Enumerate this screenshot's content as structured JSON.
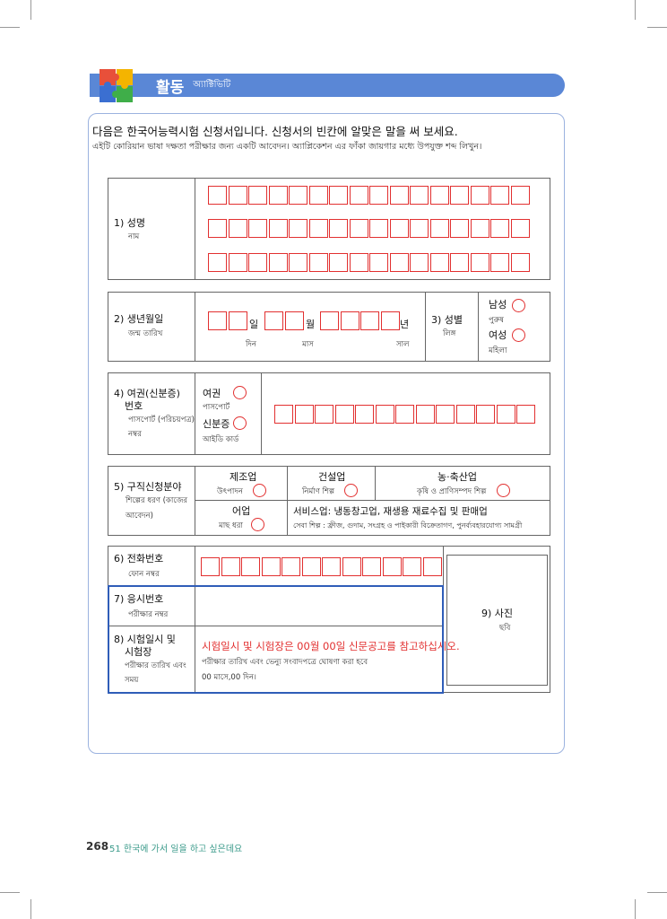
{
  "header": {
    "title": "활동",
    "subtitle": "অ্যাক্টিভিটি"
  },
  "instruction": {
    "korean": "다음은 한국어능력시험 신청서입니다. 신청서의 빈칸에 알맞은 말을 써 보세요.",
    "bengali": "এইটি কোরিয়ান ভাষা দক্ষতা পরীক্ষার জন্য একটি আবেদন। অ্যাপ্লিকেশন এর ফাঁকা জায়গার মধ্যে উপযুক্ত শব্দ লিখুন।"
  },
  "name": {
    "label": "1) 성명",
    "sub": "নাম"
  },
  "birth": {
    "label": "2) 생년월일",
    "sub": "জন্ম তারিখ",
    "day": "일",
    "month": "월",
    "year": "년",
    "day_sub": "দিন",
    "month_sub": "মাস",
    "year_sub": "সাল"
  },
  "gender": {
    "label": "3) 성별",
    "sub": "লিঙ্গ",
    "male": "남성",
    "male_sub": "পুরুষ",
    "female": "여성",
    "female_sub": "মহিলা"
  },
  "passport": {
    "label": "4) 여권(신분증)",
    "label2": "번호",
    "sub": "পাসপোর্ট (পরিচয়পত্র)",
    "sub2": "নম্বর",
    "opt1": "여권",
    "opt1_sub": "পাসপোর্ট",
    "opt2": "신분증",
    "opt2_sub": "আইডি কার্ড"
  },
  "job": {
    "label": "5) 구직신청분야",
    "sub": "শিল্পের ধরণ (কাজের",
    "sub2": "আবেদন)",
    "manufacturing": "제조업",
    "manufacturing_sub": "উৎপাদন",
    "construction": "건설업",
    "construction_sub": "নির্মাণ শিল্প",
    "agri": "농·축산업",
    "agri_sub": "কৃষি ও প্রাণিসম্পদ শিল্প",
    "fishery": "어업",
    "fishery_sub": "মাছ ধরা",
    "service": "서비스업: 냉동창고업, 재생용 재료수집 및 판매업",
    "service_sub": "সেবা শিল্প : ফ্রীজ, গুদাম, সংগ্রহ ও পাইকারী বিক্রেতাগণ, পুনর্ব্যবহারযোগ্য সামগ্রী"
  },
  "phone": {
    "label": "6) 전화번호",
    "sub": "ফোন নম্বর"
  },
  "exam_no": {
    "label": "7) 응시번호",
    "sub": "পরীক্ষার নম্বর"
  },
  "exam_date": {
    "label": "8) 시험일시 및",
    "label2": "시험장",
    "sub": "পরীক্ষার তারিখ এবং",
    "sub2": "সময়",
    "notice": "시험일시 및 시험장은 00월 00일 신문공고를 참고하십시오.",
    "notice_sub": "পরীক্ষার তারিখ এবং ভেন্যু সংবাদপত্রে ঘোষণা করা হবে",
    "notice_sub2": "00 মাসে,00 দিন।"
  },
  "photo": {
    "label": "9) 사진",
    "sub": "ছবি"
  },
  "footer": {
    "page": "268",
    "chapter": "51 한국에 가서 일을 하고 싶은데요"
  },
  "colors": {
    "accent": "#5a87d6",
    "red": "#e23030",
    "blue": "#2f5db8",
    "teal": "#3a9a8a"
  }
}
